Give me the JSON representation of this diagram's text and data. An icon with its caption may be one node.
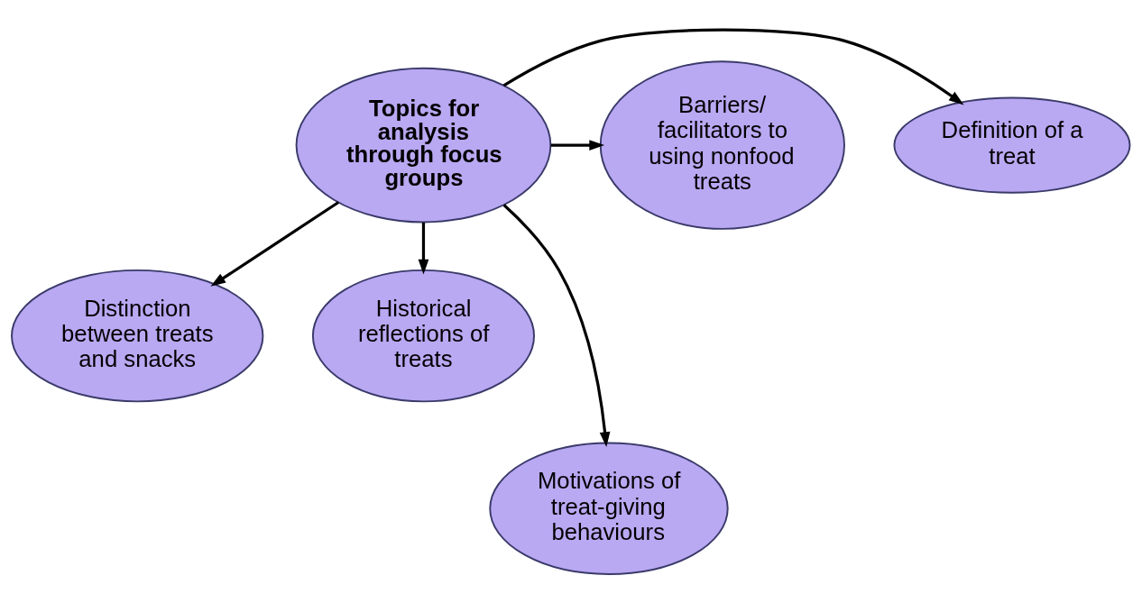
{
  "diagram": {
    "nodes": [
      {
        "text": [
          "Topics for analysis through focus groups"
        ]
      },
      {
        "text": [
          "Definition of a treat"
        ]
      },
      {
        "text": [
          "Barriers/ facilitators to using nonfood treats"
        ]
      },
      {
        "text": [
          "Distinction between treats and snacks"
        ]
      },
      {
        "text": [
          "Historical reflections of treats"
        ]
      },
      {
        "text": [
          "Motivations of treat-giving behaviours"
        ]
      }
    ],
    "edges": [
      {
        "from": 0,
        "to": 1,
        "arrow": "to"
      },
      {
        "from": 0,
        "to": 2,
        "arrow": "to"
      },
      {
        "from": 0,
        "to": 3,
        "arrow": "to"
      },
      {
        "from": 0,
        "to": 4,
        "arrow": "to"
      },
      {
        "from": 0,
        "to": 5,
        "arrow": "to"
      }
    ]
  }
}
